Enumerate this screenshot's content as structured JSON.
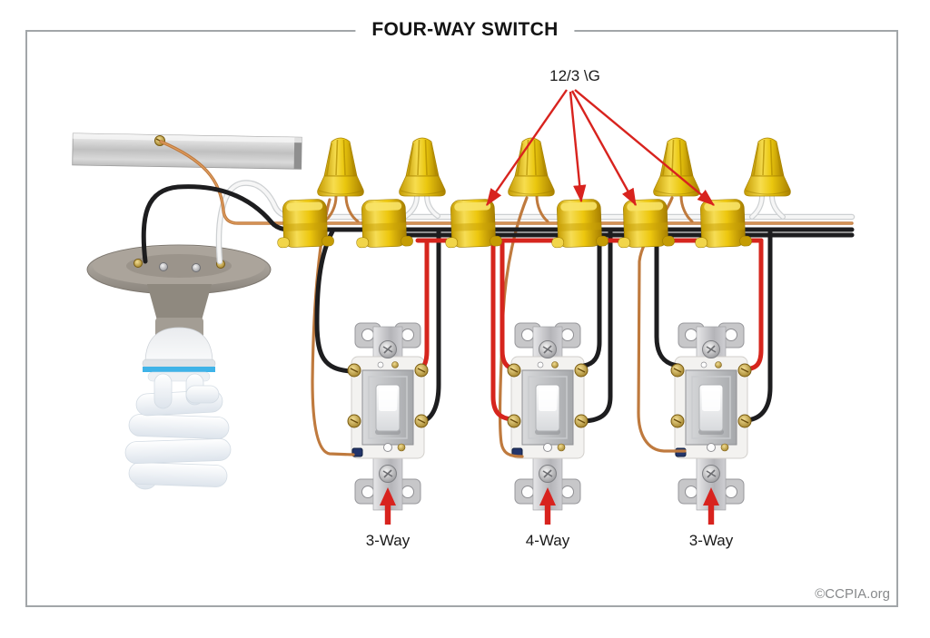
{
  "title": "FOUR-WAY SWITCH",
  "annotations": {
    "cable_label": "12/3 \\G",
    "copyright": "©CCPIA.org"
  },
  "switches": [
    {
      "label": "3-Way"
    },
    {
      "label": "4-Way"
    },
    {
      "label": "3-Way"
    }
  ],
  "colors": {
    "annotation_red": "#d8231e",
    "wire_nut_yellow": "#e9c40e",
    "copper_wire": "#bf7a3e",
    "hot_wire_black": "#1d1d1f",
    "traveler_wire_red": "#d6251d",
    "neutral_wire_white": "#f6f6f6",
    "frame_border": "#a2a6a9"
  }
}
